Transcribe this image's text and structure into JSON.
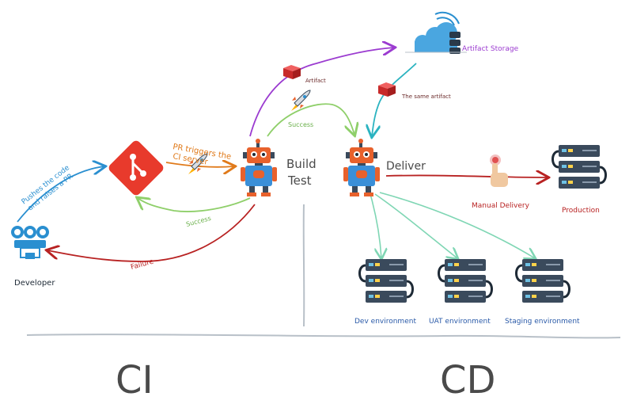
{
  "labels": {
    "developer": "Developer",
    "pushes_line1": "Pushes the code",
    "pushes_line2": "and raises a PR",
    "pr_line1": "PR triggers the",
    "pr_line2": "CI server",
    "artifact": "Artifact",
    "artifact_storage": "Artifact Storage",
    "same_artifact": "The same artifact",
    "success_top": "Success",
    "success_bottom": "Success",
    "failure": "Failure",
    "build": "Build",
    "test": "Test",
    "deliver": "Deliver",
    "manual_delivery": "Manual Delivery",
    "production": "Production",
    "dev_env": "Dev environment",
    "uat_env": "UAT environment",
    "staging_env": "Staging environment",
    "ci": "CI",
    "cd": "CD"
  },
  "colors": {
    "blue": "#2a8fd0",
    "orange": "#e07a1a",
    "purple": "#9b3bd0",
    "green": "#8fcf6a",
    "teal": "#2bb3c0",
    "red": "#b82222",
    "server_dark": "#3a4a5c",
    "robot_orange": "#e8612c",
    "robot_blue": "#3a8fd8",
    "git_red": "#e83a2c"
  },
  "icons": {
    "developer": "developer-team-icon",
    "git": "git-icon",
    "ci_robot": "robot-icon",
    "cd_robot": "robot-icon",
    "cloud": "cloud-storage-icon",
    "artifact": "artifact-box-icon",
    "rocket": "rocket-icon",
    "hand": "hand-press-icon",
    "server": "server-icon"
  }
}
